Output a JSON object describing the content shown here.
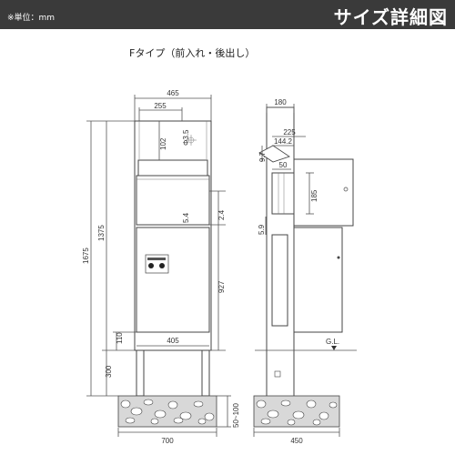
{
  "header": {
    "unit_note": "※単位：mm",
    "title": "サイズ詳細図",
    "background_color": "#3a3a3a"
  },
  "type_label": "Fタイプ（前入れ・後出し）",
  "front_view": {
    "dimensions": {
      "overall_width": "465",
      "inner_width": "255",
      "top_offset": "102",
      "hole_small": "Φ3.5",
      "slot_offset": "5.4",
      "slot_gap": "2.4",
      "door_height": "927",
      "bottom_offset": "110",
      "base_width": "405",
      "total_height": "1675",
      "body_height": "1375",
      "pole_height": "300",
      "foundation_width": "700",
      "foundation_depth": "50~100"
    }
  },
  "side_view": {
    "dimensions": {
      "pole_depth": "180",
      "box_depth": "225",
      "inner_depth": "144.2",
      "top_small": "9.7",
      "slot_depth": "50",
      "slot_height": "185",
      "bottom_small": "5.9",
      "ground_label": "G.L.",
      "foundation_width": "450"
    }
  }
}
